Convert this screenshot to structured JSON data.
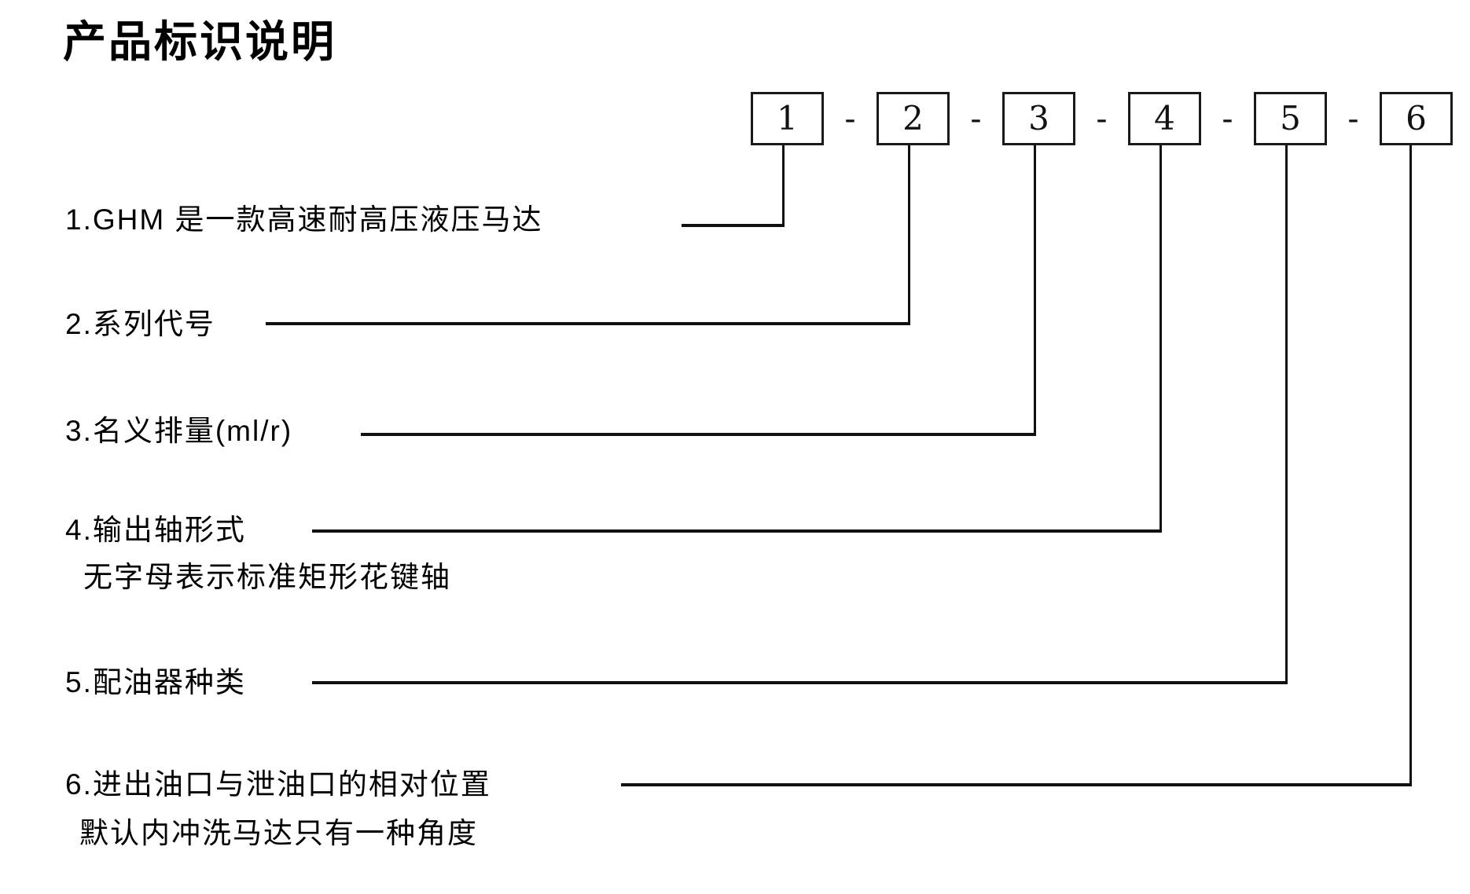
{
  "title": "产品标识说明",
  "code_diagram": {
    "separator": "-",
    "boxes": [
      "1",
      "2",
      "3",
      "4",
      "5",
      "6"
    ]
  },
  "labels": [
    {
      "text": "1.GHM 是一款高速耐高压液压马达",
      "note": ""
    },
    {
      "text": "2.系列代号",
      "note": ""
    },
    {
      "text": "3.名义排量(ml/r)",
      "note": ""
    },
    {
      "text": "4.输出轴形式",
      "note": "无字母表示标准矩形花键轴"
    },
    {
      "text": "5.配油器种类",
      "note": ""
    },
    {
      "text": "6.进出油口与泄油口的相对位置",
      "note": "默认内冲洗马达只有一种角度"
    }
  ],
  "colors": {
    "background": "#ffffff",
    "line": "#111111",
    "text": "#000000"
  }
}
